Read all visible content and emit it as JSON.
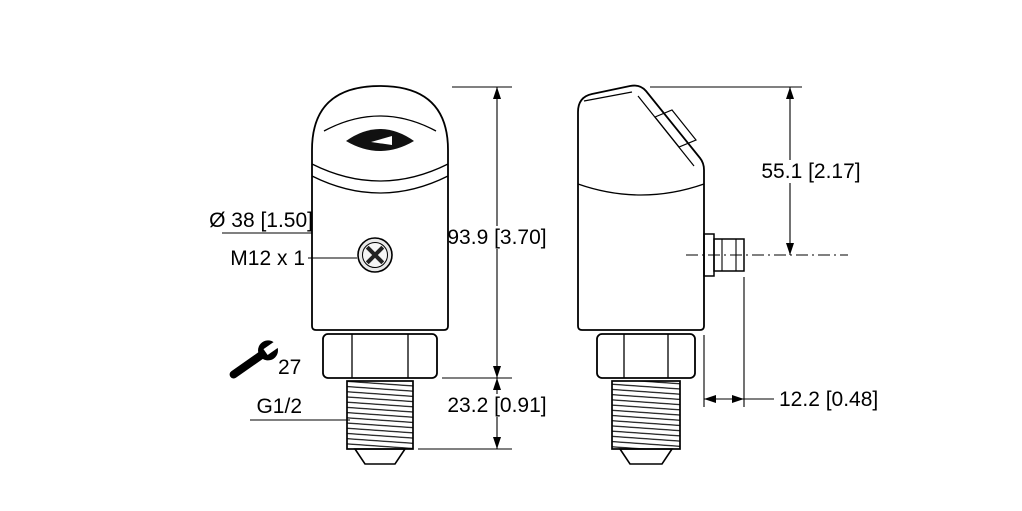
{
  "page": {
    "background": "#ffffff",
    "line_color": "#000000",
    "display_fill": "#111111"
  },
  "views": {
    "front": {
      "labels": {
        "diameter": "Ø 38 [1.50]",
        "connector_thread": "M12 x 1",
        "wrench_size": "27",
        "process_connection": "G1/2",
        "overall_height": "93.9 [3.70]",
        "thread_length": "23.2 [0.91]"
      }
    },
    "side": {
      "labels": {
        "head_height": "55.1 [2.17]",
        "connector_protrusion": "12.2 [0.48]"
      }
    }
  },
  "icons": {
    "wrench": "wrench-icon"
  }
}
